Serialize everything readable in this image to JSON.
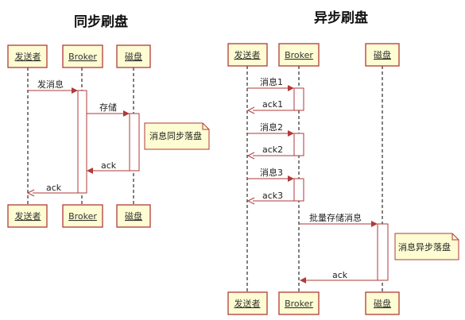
{
  "sync": {
    "title": "同步刷盘",
    "participants": [
      "发送者",
      "Broker",
      "磁盘"
    ],
    "messages": [
      "发消息",
      "存储",
      "ack",
      "ack"
    ],
    "note": "消息同步落盘"
  },
  "async": {
    "title": "异步刷盘",
    "participants": [
      "发送者",
      "Broker",
      "磁盘"
    ],
    "messages": [
      "消息1",
      "ack1",
      "消息2",
      "ack2",
      "消息3",
      "ack3",
      "批量存储消息",
      "ack"
    ],
    "note": "消息异步落盘"
  }
}
